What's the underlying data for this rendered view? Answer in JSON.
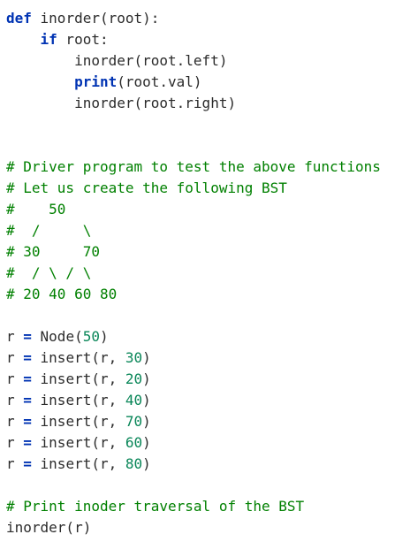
{
  "code": {
    "lines": [
      [
        {
          "t": "def",
          "c": "kw"
        },
        {
          "t": " inorder(root):",
          "c": "text"
        }
      ],
      [
        {
          "t": "    ",
          "c": "text"
        },
        {
          "t": "if",
          "c": "kw"
        },
        {
          "t": " root:",
          "c": "text"
        }
      ],
      [
        {
          "t": "        inorder(root.left)",
          "c": "text"
        }
      ],
      [
        {
          "t": "        ",
          "c": "text"
        },
        {
          "t": "print",
          "c": "kw"
        },
        {
          "t": "(root.val)",
          "c": "text"
        }
      ],
      [
        {
          "t": "        inorder(root.right)",
          "c": "text"
        }
      ],
      [],
      [],
      [
        {
          "t": "# Driver program to test the above functions",
          "c": "comment"
        }
      ],
      [
        {
          "t": "# Let us create the following BST",
          "c": "comment"
        }
      ],
      [
        {
          "t": "#    50",
          "c": "comment"
        }
      ],
      [
        {
          "t": "#  /     \\",
          "c": "comment"
        }
      ],
      [
        {
          "t": "# 30     70",
          "c": "comment"
        }
      ],
      [
        {
          "t": "#  / \\ / \\",
          "c": "comment"
        }
      ],
      [
        {
          "t": "# 20 40 60 80",
          "c": "comment"
        }
      ],
      [],
      [
        {
          "t": "r ",
          "c": "text"
        },
        {
          "t": "=",
          "c": "op"
        },
        {
          "t": " Node(",
          "c": "text"
        },
        {
          "t": "50",
          "c": "num"
        },
        {
          "t": ")",
          "c": "text"
        }
      ],
      [
        {
          "t": "r ",
          "c": "text"
        },
        {
          "t": "=",
          "c": "op"
        },
        {
          "t": " insert(r, ",
          "c": "text"
        },
        {
          "t": "30",
          "c": "num"
        },
        {
          "t": ")",
          "c": "text"
        }
      ],
      [
        {
          "t": "r ",
          "c": "text"
        },
        {
          "t": "=",
          "c": "op"
        },
        {
          "t": " insert(r, ",
          "c": "text"
        },
        {
          "t": "20",
          "c": "num"
        },
        {
          "t": ")",
          "c": "text"
        }
      ],
      [
        {
          "t": "r ",
          "c": "text"
        },
        {
          "t": "=",
          "c": "op"
        },
        {
          "t": " insert(r, ",
          "c": "text"
        },
        {
          "t": "40",
          "c": "num"
        },
        {
          "t": ")",
          "c": "text"
        }
      ],
      [
        {
          "t": "r ",
          "c": "text"
        },
        {
          "t": "=",
          "c": "op"
        },
        {
          "t": " insert(r, ",
          "c": "text"
        },
        {
          "t": "70",
          "c": "num"
        },
        {
          "t": ")",
          "c": "text"
        }
      ],
      [
        {
          "t": "r ",
          "c": "text"
        },
        {
          "t": "=",
          "c": "op"
        },
        {
          "t": " insert(r, ",
          "c": "text"
        },
        {
          "t": "60",
          "c": "num"
        },
        {
          "t": ")",
          "c": "text"
        }
      ],
      [
        {
          "t": "r ",
          "c": "text"
        },
        {
          "t": "=",
          "c": "op"
        },
        {
          "t": " insert(r, ",
          "c": "text"
        },
        {
          "t": "80",
          "c": "num"
        },
        {
          "t": ")",
          "c": "text"
        }
      ],
      [],
      [
        {
          "t": "# Print inoder traversal of the BST",
          "c": "comment"
        }
      ],
      [
        {
          "t": "inorder(r)",
          "c": "text"
        }
      ]
    ]
  },
  "colors": {
    "keyword": "#0033b3",
    "comment": "#008000",
    "number": "#098658",
    "text": "#2b2b2b",
    "background": "#ffffff"
  }
}
